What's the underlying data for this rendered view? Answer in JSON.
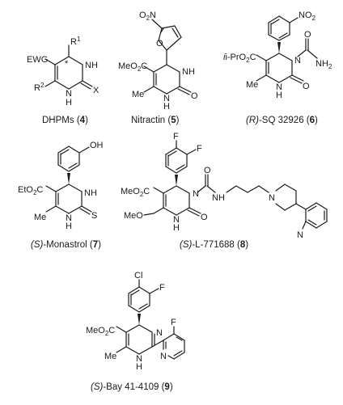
{
  "structures": [
    {
      "id": "dhpm",
      "label_name": "DHPMs",
      "label_number": "4"
    },
    {
      "id": "nitractin",
      "label_name": "Nitractin",
      "label_number": "5"
    },
    {
      "id": "sq32926",
      "label_prefix": "(R)",
      "label_name": "-SQ 32926",
      "label_number": "6"
    },
    {
      "id": "monastrol",
      "label_prefix": "(S)",
      "label_name": "-Monastrol",
      "label_number": "7"
    },
    {
      "id": "l771688",
      "label_prefix": "(S)",
      "label_name": "-L-771688",
      "label_number": "8"
    },
    {
      "id": "bay",
      "label_prefix": "(S)",
      "label_name": "-Bay 41-4109",
      "label_number": "9"
    }
  ],
  "atoms": {
    "EWG": "EWG",
    "R1": "R",
    "sup1": "1",
    "R2": "R",
    "sup2": "2",
    "X": "X",
    "NH": "NH",
    "N": "N",
    "H": "H",
    "O": "O",
    "S": "S",
    "F": "F",
    "Cl": "Cl",
    "NO2": "NO",
    "sub2": "2",
    "OH": "OH",
    "NH2": "NH",
    "MeO2C": "MeO",
    "EtO2C": "EtO",
    "iPrO2C": "i-PrO",
    "O2C": "C",
    "Me": "Me",
    "MeO": "MeO",
    "O2N": "O",
    "N2": "N",
    "star": "*"
  }
}
